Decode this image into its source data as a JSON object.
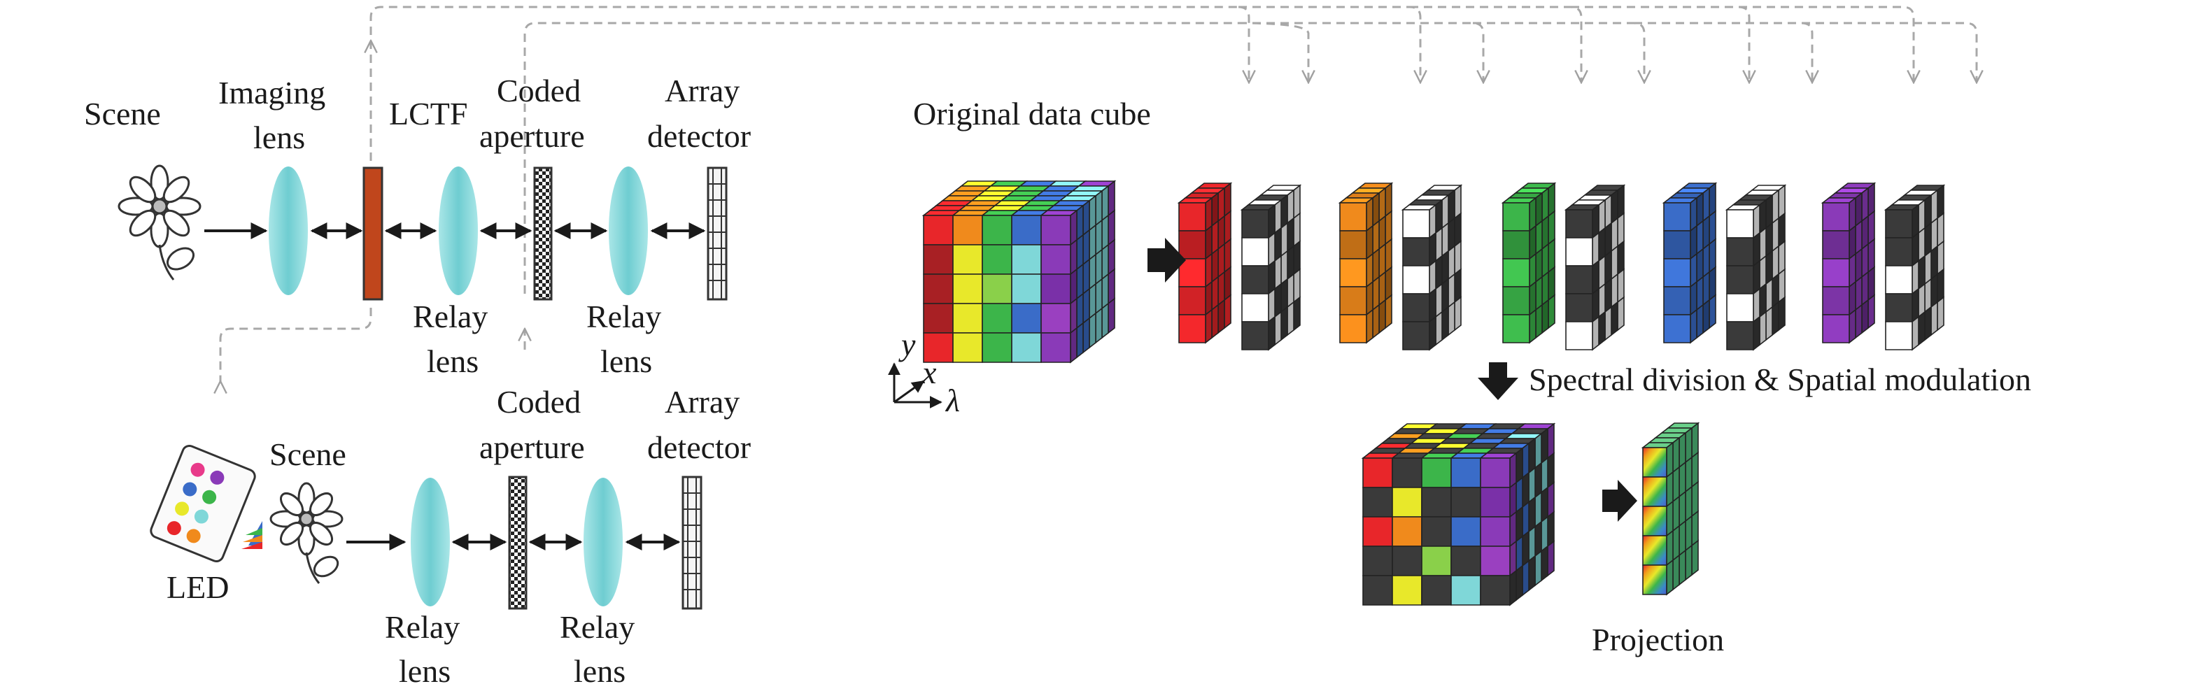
{
  "labels": {
    "scene_top": "Scene",
    "imaging_1": "Imaging",
    "imaging_2": "lens",
    "lctf": "LCTF",
    "coded_top_1": "Coded",
    "coded_top_2": "aperture",
    "array_top_1": "Array",
    "array_top_2": "detector",
    "relay_a_1": "Relay",
    "relay_a_2": "lens",
    "relay_b_1": "Relay",
    "relay_b_2": "lens",
    "scene_bottom": "Scene",
    "coded_bottom_1": "Coded",
    "coded_bottom_2": "aperture",
    "array_bottom_1": "Array",
    "array_bottom_2": "detector",
    "led": "LED",
    "relay_c_1": "Relay",
    "relay_c_2": "lens",
    "relay_d_1": "Relay",
    "relay_d_2": "lens",
    "original_cube": "Original data cube",
    "axis_y": "y",
    "axis_x": "x",
    "axis_lambda": "λ",
    "spectral_division": "Spectral division & Spatial modulation",
    "projection": "Projection"
  },
  "colors": {
    "lens": "#7fd3d6",
    "lctf": "#c0461c",
    "arrow": "#1a1a1a",
    "dashed": "#a8a8a8",
    "dark_cell": "#3a3a3a",
    "bands": [
      "#e8262a",
      "#f08a1c",
      "#e8e82a",
      "#3cb54a",
      "#3a6cc8",
      "#7fd7d8",
      "#8a3ab8"
    ]
  },
  "icons": [
    "flower-icon",
    "led-panel-icon",
    "prism-icon"
  ]
}
